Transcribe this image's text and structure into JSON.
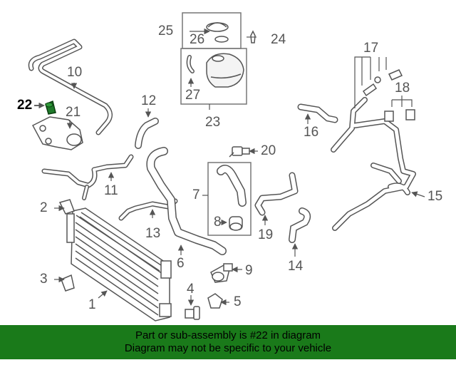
{
  "banner": {
    "line1": "Part or sub-assembly is #22 in diagram",
    "line2": "Diagram may not be specific to your vehicle",
    "color": "#1a7a1a"
  },
  "highlight_color": "#1f7a2a",
  "callouts": {
    "c1": "1",
    "c2": "2",
    "c3": "3",
    "c4": "4",
    "c5": "5",
    "c6": "6",
    "c7": "7",
    "c8": "8",
    "c9": "9",
    "c10": "10",
    "c11": "11",
    "c12": "12",
    "c13": "13",
    "c14": "14",
    "c15": "15",
    "c16": "16",
    "c17": "17",
    "c18": "18",
    "c19": "19",
    "c20": "20",
    "c21": "21",
    "c22": "22",
    "c23": "23",
    "c24": "24",
    "c25": "25",
    "c26": "26",
    "c27": "27"
  }
}
